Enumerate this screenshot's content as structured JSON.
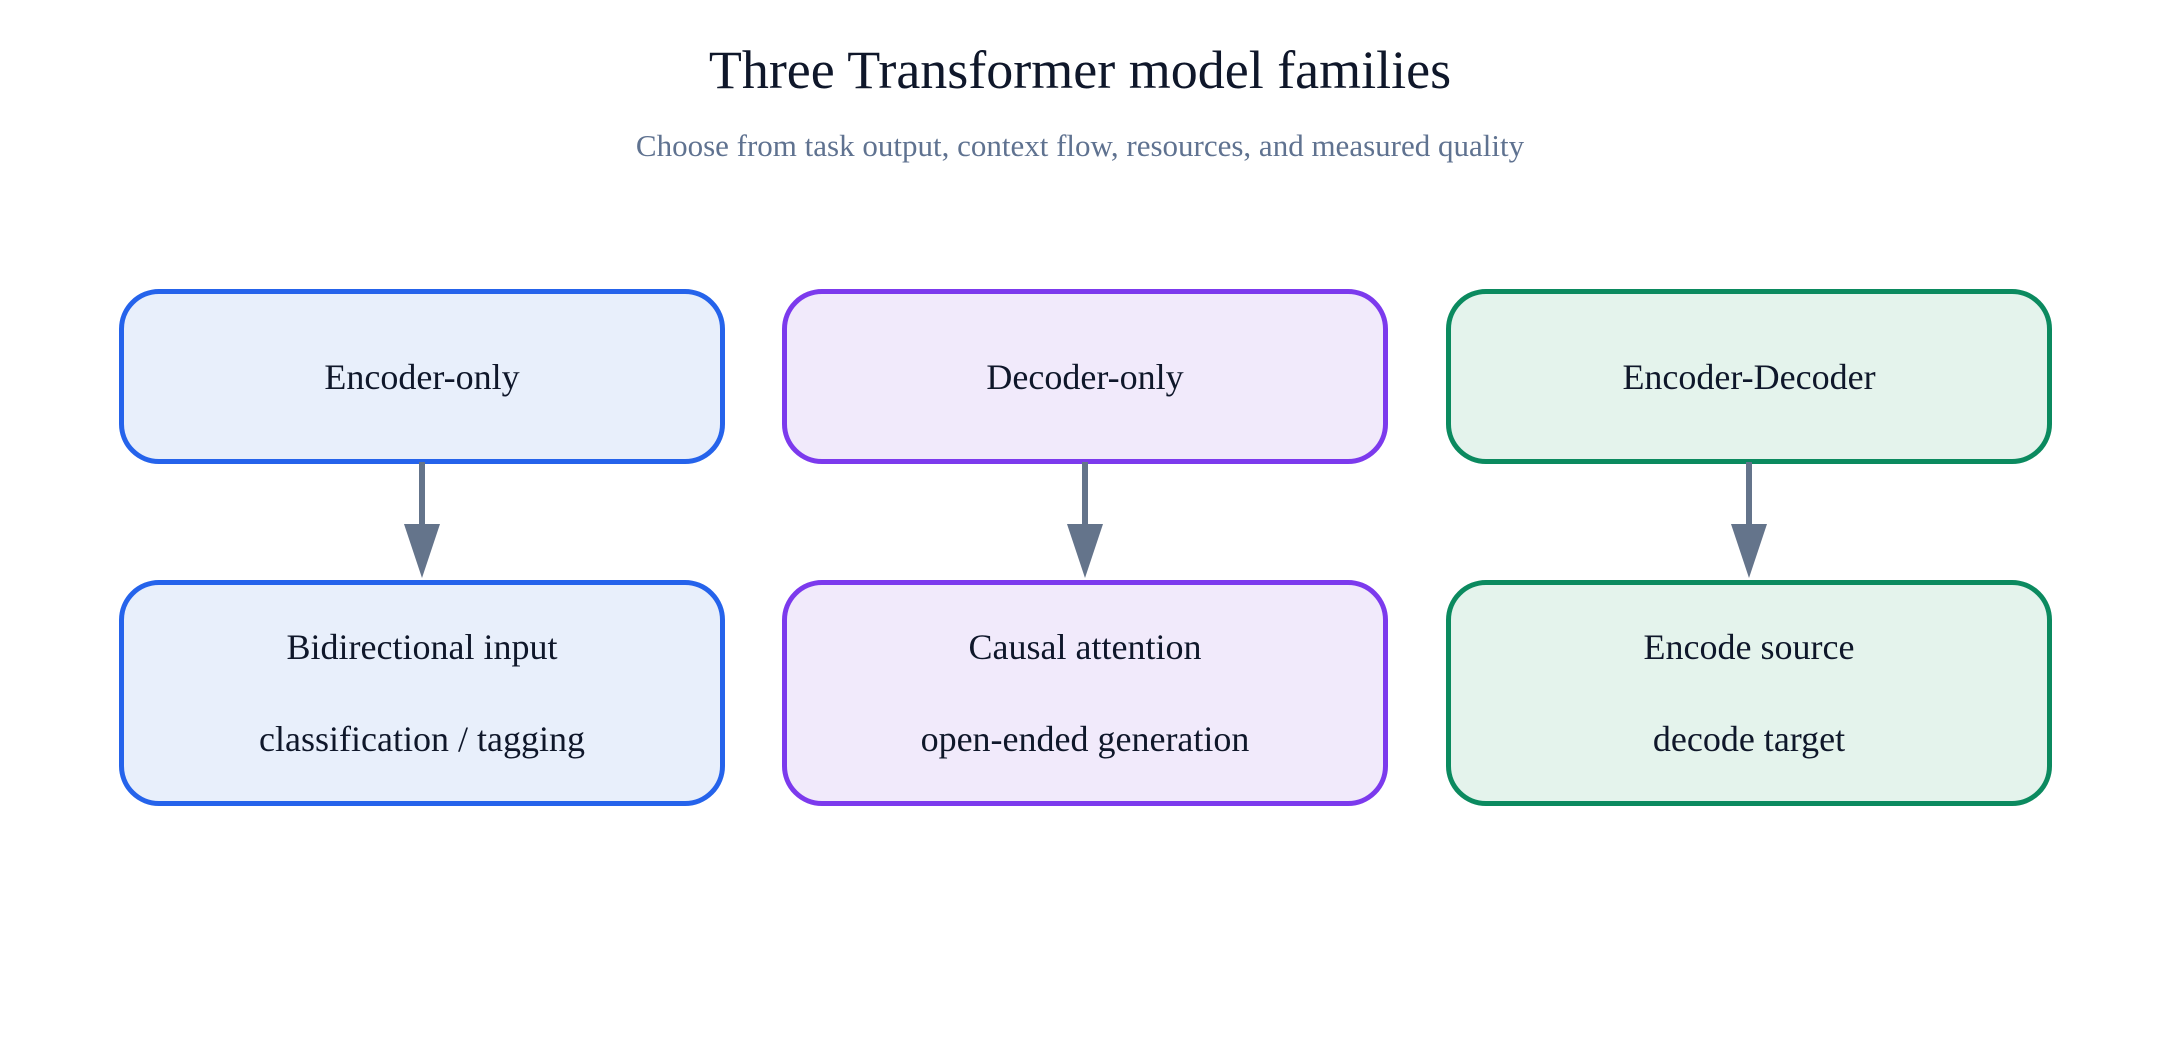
{
  "header": {
    "title": "Three Transformer model families",
    "subtitle": "Choose from task output, context flow, resources, and measured quality"
  },
  "colors": {
    "arrow": "#64748b",
    "encoder_border": "#2563eb",
    "encoder_fill": "#e8effb",
    "decoder_border": "#7c3aed",
    "decoder_fill": "#f1eafb",
    "encdec_border": "#0b8a5f",
    "encdec_fill": "#e4f3ec"
  },
  "columns": [
    {
      "name": "Encoder-only",
      "detail_line1": "Bidirectional input",
      "detail_line2": "classification / tagging"
    },
    {
      "name": "Decoder-only",
      "detail_line1": "Causal attention",
      "detail_line2": "open-ended generation"
    },
    {
      "name": "Encoder-Decoder",
      "detail_line1": "Encode source",
      "detail_line2": "decode target"
    }
  ]
}
